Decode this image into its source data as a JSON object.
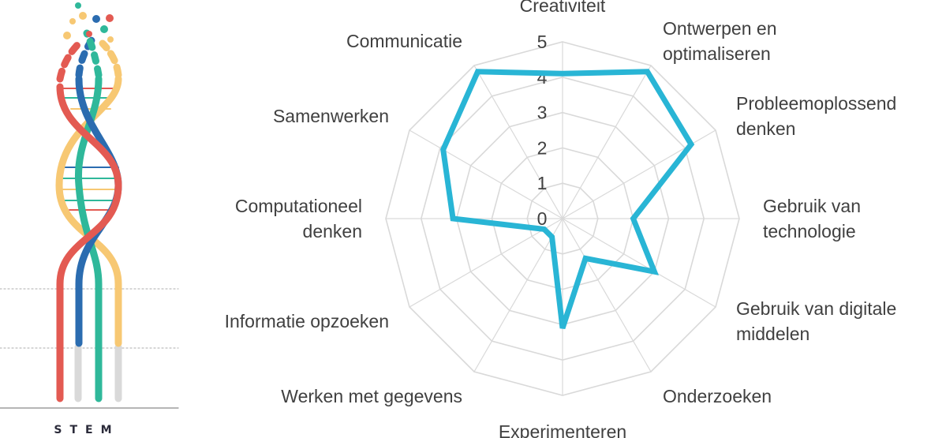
{
  "logo": {
    "text": "STEM",
    "icon": "dna-helix-icon"
  },
  "chart_data": {
    "type": "radar",
    "categories": [
      [
        "Creativiteit"
      ],
      [
        "Ontwerpen en",
        "optimaliseren"
      ],
      [
        "Probleemoplossend",
        "denken"
      ],
      [
        "Gebruik van",
        "technologie"
      ],
      [
        "Gebruik van digitale",
        "middelen"
      ],
      [
        "Onderzoeken"
      ],
      [
        "Experimenteren"
      ],
      [
        "Werken met gegevens"
      ],
      [
        "Informatie opzoeken"
      ],
      [
        "Computationeel",
        "denken"
      ],
      [
        "Samenwerken"
      ],
      [
        "Communicatie"
      ]
    ],
    "series": [
      {
        "values": [
          4.1,
          4.8,
          4.2,
          2.0,
          3.0,
          1.3,
          3.1,
          0.6,
          0.6,
          3.1,
          3.9,
          4.8
        ],
        "color": "#29B5D5"
      }
    ],
    "rlim": [
      0,
      5
    ],
    "ticks": [
      "0",
      "1",
      "2",
      "3",
      "4",
      "5"
    ],
    "grid": true,
    "grid_color": "#D9D9D9"
  }
}
